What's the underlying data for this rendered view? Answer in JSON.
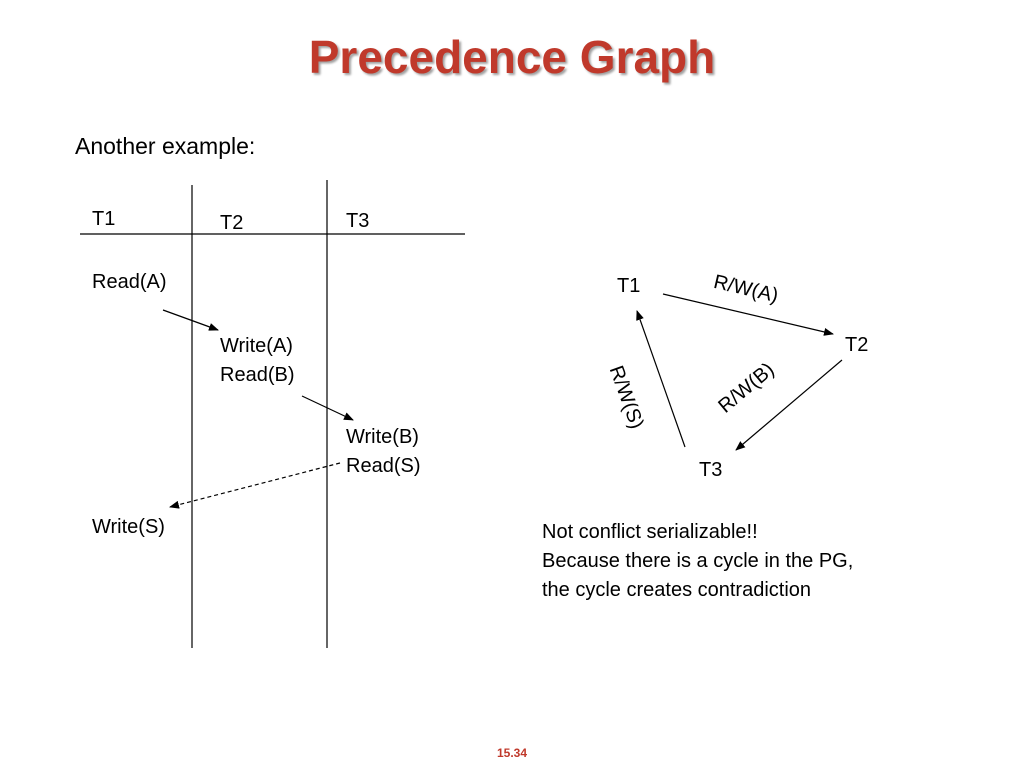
{
  "title": "Precedence Graph",
  "subtitle": "Another example:",
  "schedule": {
    "headers": [
      "T1",
      "T2",
      "T3"
    ],
    "t1_ops": [
      "Read(A)",
      "Write(S)"
    ],
    "t2_ops": [
      "Write(A)",
      "Read(B)"
    ],
    "t3_ops": [
      "Write(B)",
      "Read(S)"
    ]
  },
  "graph": {
    "nodes": [
      "T1",
      "T2",
      "T3"
    ],
    "edges": [
      {
        "from": "T1",
        "to": "T2",
        "label": "R/W(A)"
      },
      {
        "from": "T2",
        "to": "T3",
        "label": "R/W(B)"
      },
      {
        "from": "T3",
        "to": "T1",
        "label": "R/W(S)"
      }
    ]
  },
  "conclusion": [
    "Not conflict serializable!!",
    "Because there is a cycle in the PG,",
    "the cycle creates contradiction"
  ],
  "page_number": "15.34",
  "colors": {
    "title": "#c0392b",
    "text": "#000000",
    "lines": "#000000"
  }
}
